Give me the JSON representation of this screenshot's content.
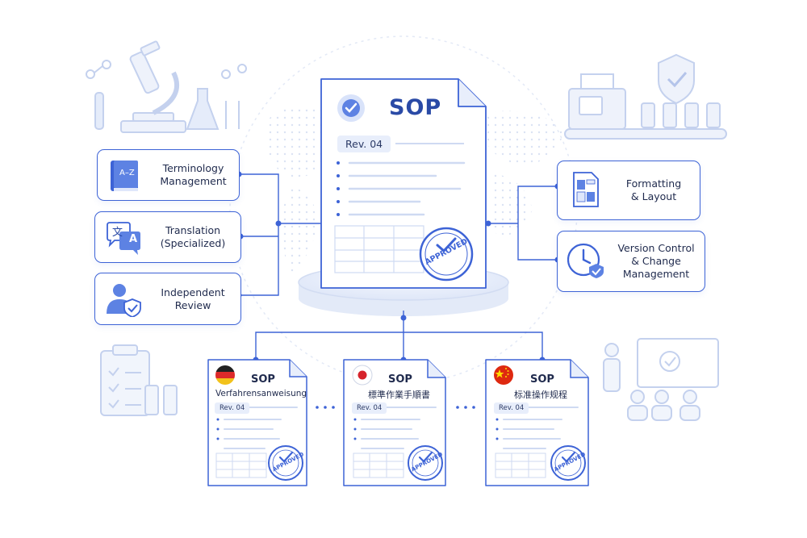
{
  "main_doc": {
    "title": "SOP",
    "revision": "Rev. 04",
    "stamp": "APPROVED"
  },
  "left_steps": [
    {
      "line1": "Terminology",
      "line2": "Management",
      "icon": "dictionary-book-icon",
      "icon_text": "A–Z"
    },
    {
      "line1": "Translation",
      "line2": "(Specialized)",
      "icon": "translation-bubbles-icon",
      "icon_text_a": "文",
      "icon_text_b": "A"
    },
    {
      "line1": "Independent",
      "line2": "Review",
      "icon": "reviewer-shield-icon"
    }
  ],
  "right_steps": [
    {
      "line1": "Formatting",
      "line2": "& Layout",
      "icon": "layout-document-icon"
    },
    {
      "line1": "Version Control",
      "line2": "& Change",
      "line3": "Management",
      "icon": "clock-check-icon"
    }
  ],
  "translated_docs": [
    {
      "flag": "germany-flag-icon",
      "title": "SOP",
      "subtitle": "Verfahrensanweisung",
      "revision": "Rev. 04",
      "stamp": "APPROVED"
    },
    {
      "flag": "japan-flag-icon",
      "title": "SOP",
      "subtitle": "標準作業手順書",
      "revision": "Rev. 04",
      "stamp": "APPROVED"
    },
    {
      "flag": "china-flag-icon",
      "title": "SOP",
      "subtitle": "标准操作规程",
      "revision": "Rev. 04",
      "stamp": "APPROVED"
    }
  ],
  "colors": {
    "accent": "#3d63d6",
    "ink": "#1f2a4d",
    "pale": "#dde5f7",
    "germany": [
      "#222222",
      "#dd2a2a",
      "#f2c21b"
    ],
    "japan_red": "#d6232b",
    "china_red": "#de2910",
    "china_star": "#ffde00"
  }
}
